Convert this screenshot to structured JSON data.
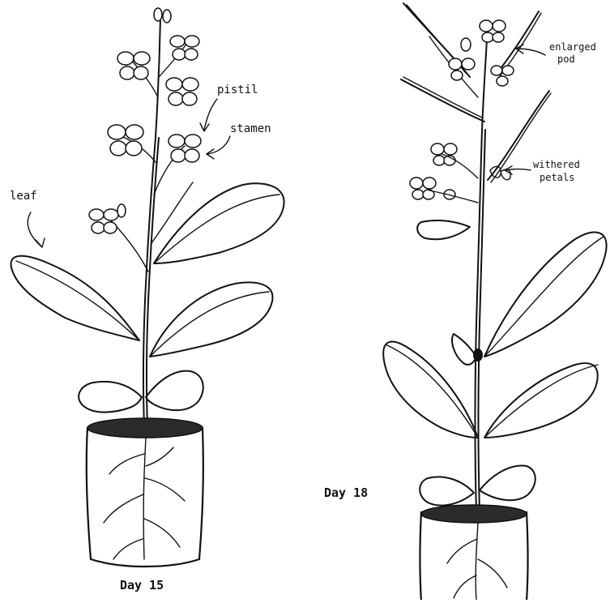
{
  "labels": {
    "leaf": "leaf",
    "pistil": "pistil",
    "stamen": "stamen",
    "enlarged_pod_line1": "enlarged",
    "enlarged_pod_line2": "pod",
    "withered_petals_line1": "withered",
    "withered_petals_line2": "petals"
  },
  "days": {
    "left": "Day 15",
    "right": "Day 18"
  }
}
